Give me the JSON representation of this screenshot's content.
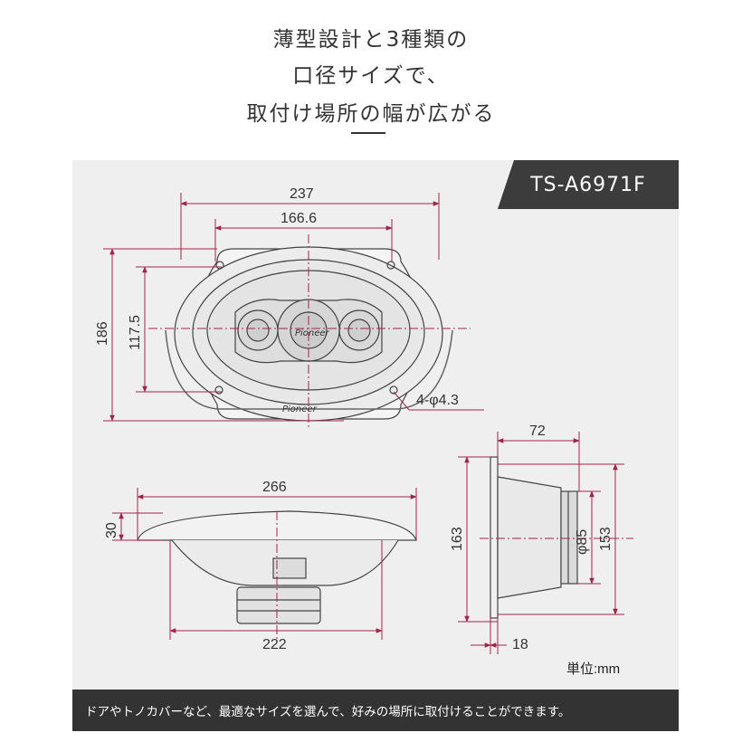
{
  "headline": {
    "line1": "薄型設計と3種類の",
    "line2": "口径サイズで、",
    "line3": "取付け場所の幅が広がる"
  },
  "model": "TS-A6971F",
  "dimensions": {
    "top_width_outer": "237",
    "top_width_inner": "166.6",
    "top_height_outer": "186",
    "top_height_inner": "117.5",
    "hole_spec": "4-φ4.3",
    "front_width_outer": "266",
    "front_width_base": "222",
    "front_height": "30",
    "side_depth": "72",
    "side_height_outer": "163",
    "side_height_inner": "153",
    "side_magnet_dia": "φ85",
    "side_flange": "18"
  },
  "logo_text": "Pioneer",
  "unit_label": "単位:mm",
  "footer_text": "ドアやトノカバーなど、最適なサイズを選んで、好みの場所に取付けることができます。",
  "colors": {
    "dimension_line": "#a0254a",
    "panel_bg": "#efefef",
    "tag_bg": "#3c3c3c",
    "footer_bg": "#333333"
  }
}
